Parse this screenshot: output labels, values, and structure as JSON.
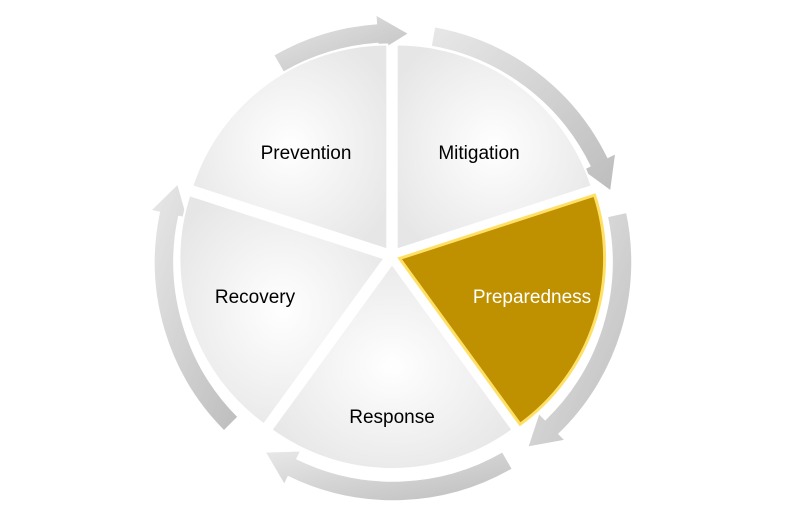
{
  "diagram": {
    "type": "cycle",
    "stages": [
      {
        "label": "Prevention",
        "highlighted": false
      },
      {
        "label": "Mitigation",
        "highlighted": false
      },
      {
        "label": "Preparedness",
        "highlighted": true
      },
      {
        "label": "Response",
        "highlighted": false
      },
      {
        "label": "Recovery",
        "highlighted": false
      }
    ],
    "colors": {
      "segment_fill": "#f2f2f2",
      "highlight_fill": "#bf9000",
      "highlight_border": "#ffe066",
      "highlight_text": "#ffffff",
      "text": "#000000",
      "arrow": "#d0d0d0"
    }
  }
}
